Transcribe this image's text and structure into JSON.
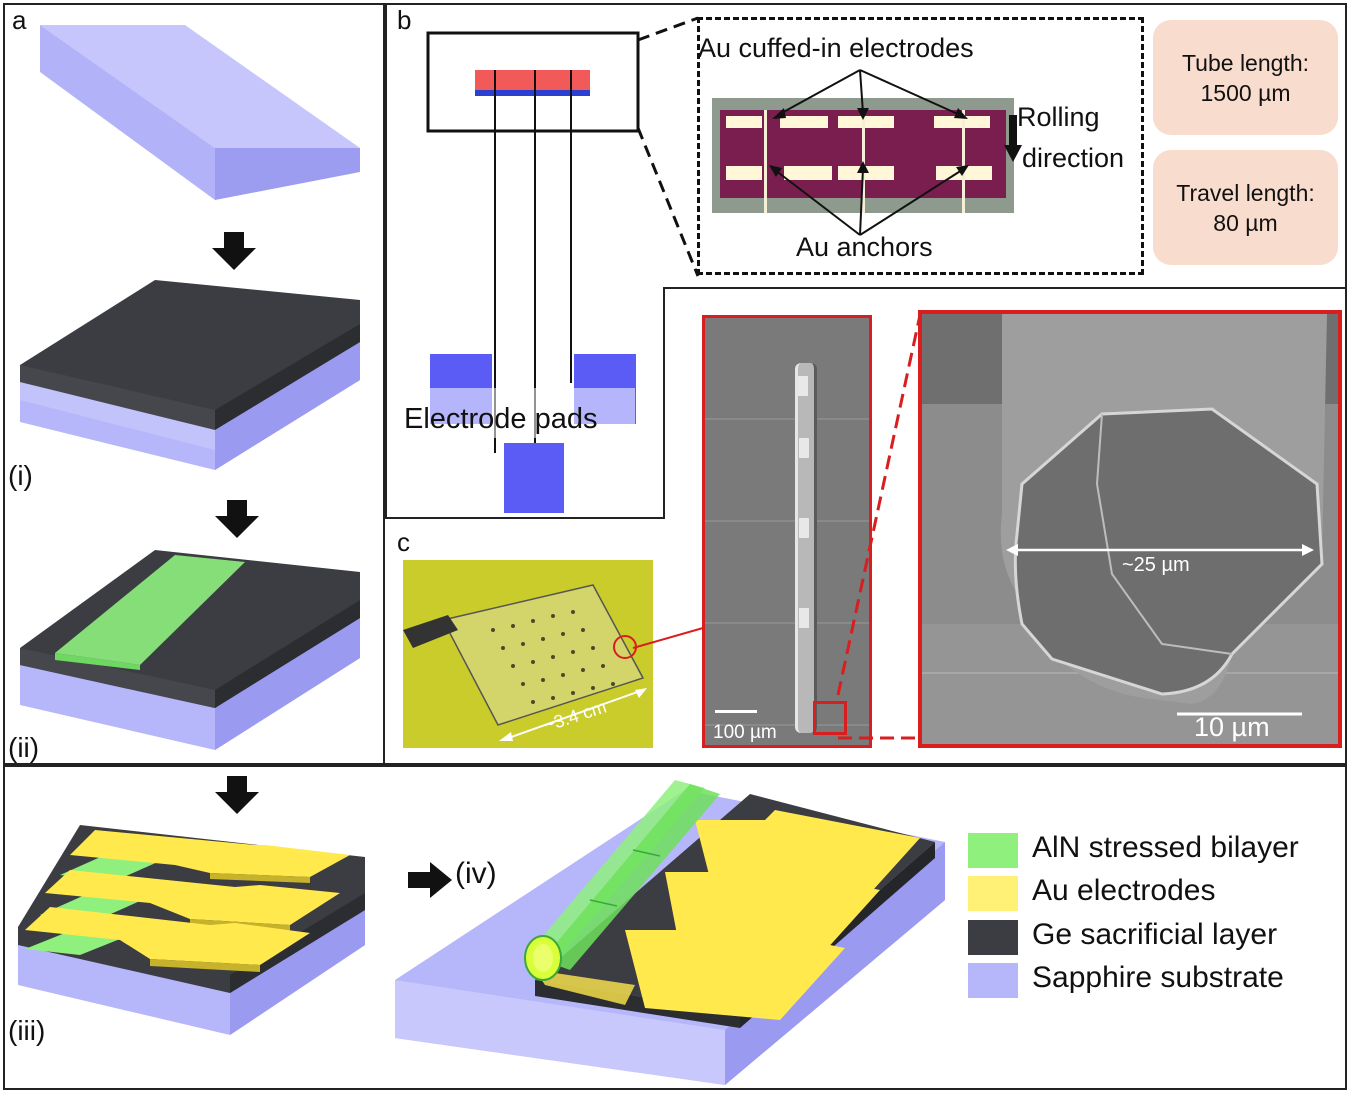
{
  "panels": {
    "a": "a",
    "b": "b",
    "c": "c"
  },
  "steps": {
    "i": "(i)",
    "ii": "(ii)",
    "iii": "(iii)",
    "iv": "(iv)"
  },
  "panel_b": {
    "electrode_pads": "Electrode pads",
    "cuffed_electrodes": "Au cuffed-in electrodes",
    "anchors": "Au anchors",
    "rolling_line1": "Rolling",
    "rolling_line2": "direction",
    "tube_length_label": "Tube length:",
    "tube_length_value": "1500 µm",
    "travel_length_label": "Travel length:",
    "travel_length_value": "80 µm"
  },
  "panel_c": {
    "chip_size": "~3.4 cm",
    "scale_100": "100 µm",
    "diameter": "~25 µm",
    "scale_10": "10 µm"
  },
  "legend": [
    {
      "label": "AlN stressed bilayer",
      "color": "#8ff07e"
    },
    {
      "label": "Au electrodes",
      "color": "#fff176"
    },
    {
      "label": "Ge sacrificial layer",
      "color": "#3b3d42"
    },
    {
      "label": "Sapphire substrate",
      "color": "#b6b6fb"
    }
  ],
  "colors": {
    "sapphire": "#b6b6fb",
    "ge": "#3b3d42",
    "aln": "#8ff07e",
    "au": "#ffe94d",
    "pad_blue": "#5b5bf5",
    "red": "#d81e1e"
  }
}
